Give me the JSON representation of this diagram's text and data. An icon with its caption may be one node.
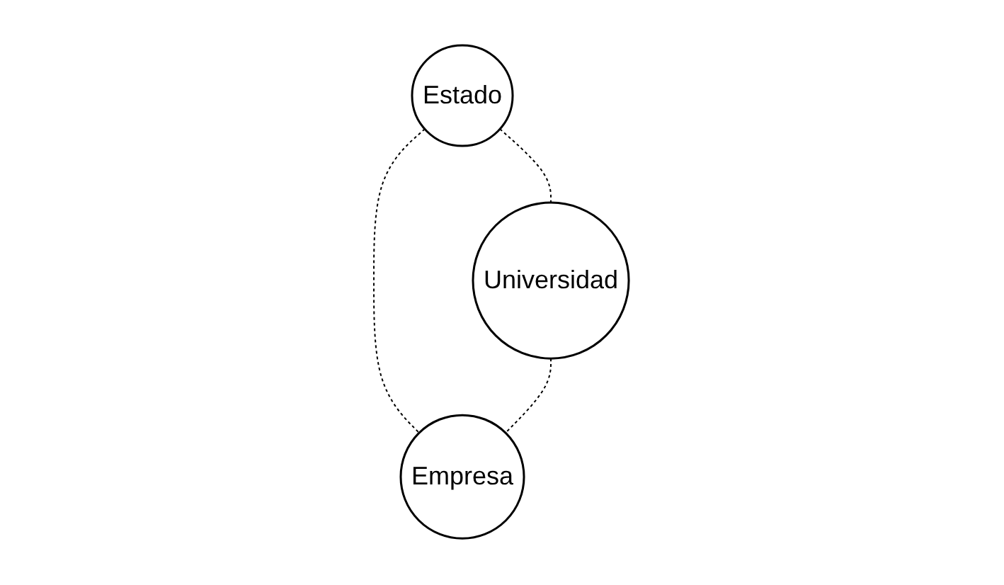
{
  "diagram": {
    "nodes": [
      {
        "text": [
          "Estado"
        ]
      },
      {
        "text": [
          "Universidad"
        ]
      },
      {
        "text": [
          "Empresa"
        ]
      }
    ],
    "edges": [
      {
        "from": 0,
        "to": 1,
        "arrow": "none",
        "style": "dashed"
      },
      {
        "from": 0,
        "to": 2,
        "arrow": "none",
        "style": "dashed"
      },
      {
        "from": 1,
        "to": 2,
        "arrow": "none",
        "style": "dashed"
      }
    ]
  }
}
